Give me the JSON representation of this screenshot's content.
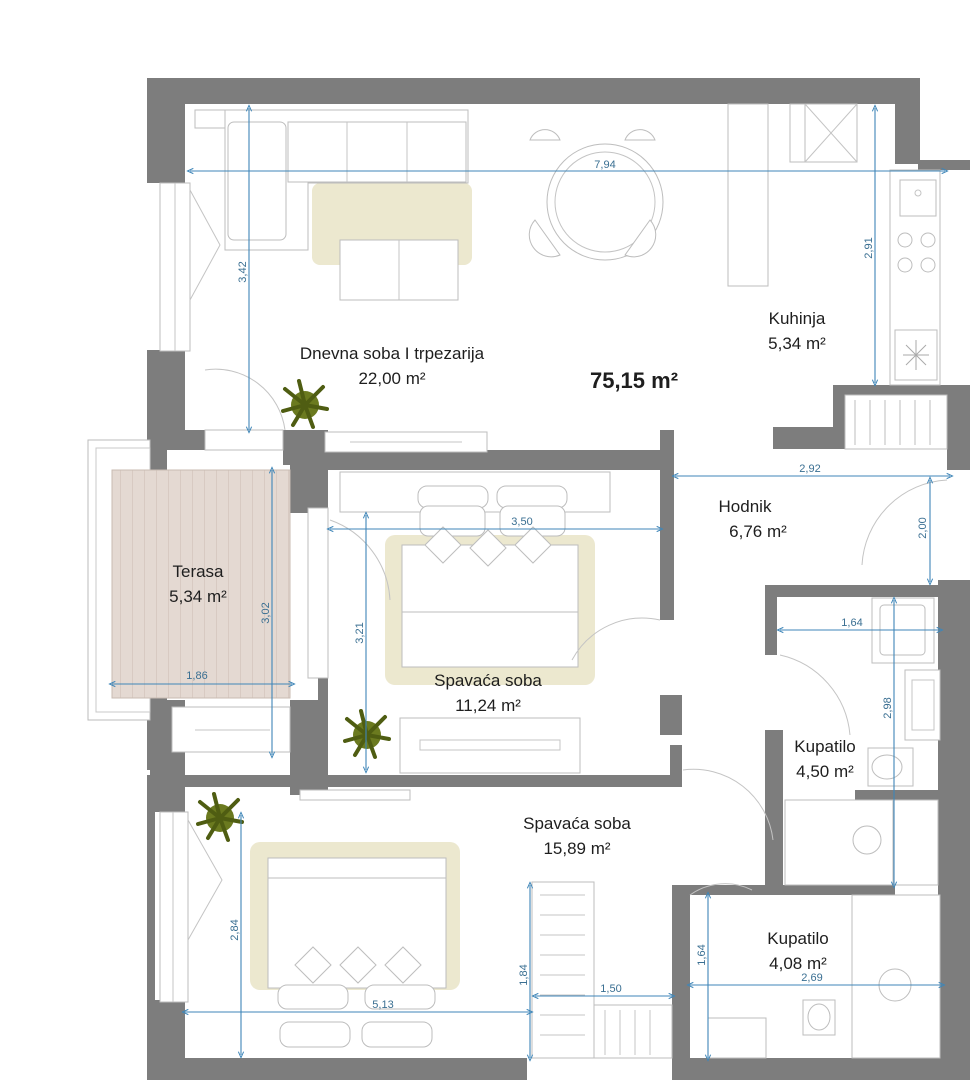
{
  "total_area": "75,15 m²",
  "rooms": {
    "living": {
      "name": "Dnevna soba I trpezarija",
      "area": "22,00 m²"
    },
    "kitchen": {
      "name": "Kuhinja",
      "area": "5,34 m²"
    },
    "hall": {
      "name": "Hodnik",
      "area": "6,76 m²"
    },
    "terrace": {
      "name": "Terasa",
      "area": "5,34 m²"
    },
    "bedroom1": {
      "name": "Spavaća soba",
      "area": "11,24 m²"
    },
    "bedroom2": {
      "name": "Spavaća soba",
      "area": "15,89 m²"
    },
    "bath1": {
      "name": "Kupatilo",
      "area": "4,50 m²"
    },
    "bath2": {
      "name": "Kupatilo",
      "area": "4,08 m²"
    }
  },
  "dimensions": {
    "living_width": "7,94",
    "living_height": "3,42",
    "kitchen_height": "2,91",
    "hall_width": "2,92",
    "hall_height": "2,00",
    "bed1_width": "3,50",
    "bed1_height": "3,21",
    "terrace_height": "3,02",
    "terrace_width": "1,86",
    "bath1_width": "1,64",
    "bath1_height": "2,98",
    "bed2_height": "2,84",
    "bed2_width": "5,13",
    "closet_height": "1,84",
    "closet_width": "1,50",
    "bath2_height": "1,64",
    "bath2_width": "2,69"
  },
  "colors": {
    "wall": "#7d7d7d",
    "dimension": "#3f86b8",
    "rug": "#ece8cf",
    "terrace_deck": "#e2d8d1"
  }
}
